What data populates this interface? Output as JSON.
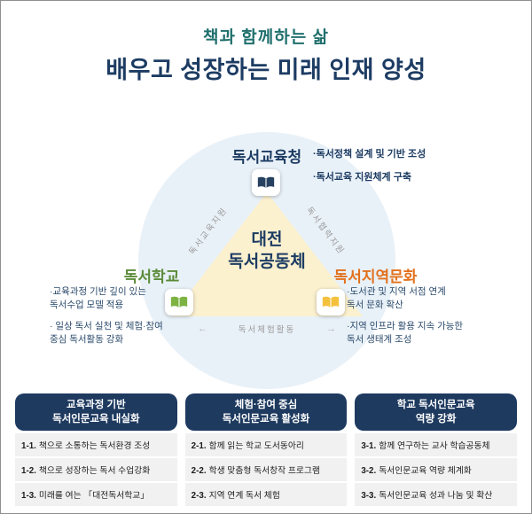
{
  "title": {
    "line1": "책과 함께하는 삶",
    "line2": "배우고 성장하는 미래 인재 양성"
  },
  "diagram": {
    "center_label": "대전\n독서공동체",
    "top": {
      "label": "독서교육청",
      "bullet1": "·독서정책 설계 및 기반 조성",
      "bullet2": "·독서교육 지원체계 구축"
    },
    "left": {
      "label": "독서학교",
      "bullet1": "·교육과정 기반 깊이 있는\n독서수업 모델 적용",
      "bullet2": "· 일상 독서 실천 및 체험·참여\n중심 독서활동 강화"
    },
    "right": {
      "label": "독서지역문화",
      "bullet1": "·도서관 및 지역 서점 연계\n독서 문화 확산",
      "bullet2": "·지역 인프라 활용 지속 가능한\n독서 생태계 조성"
    },
    "edge_left": "독서교육지원",
    "edge_right": "독서협력지원",
    "edge_bottom": "독서체험활동",
    "arrow_left": "←",
    "arrow_right": "→"
  },
  "cards": [
    {
      "title": "교육과정 기반\n독서인문교육 내실화",
      "items": [
        {
          "num": "1-1.",
          "text": "책으로 소통하는 독서환경 조성"
        },
        {
          "num": "1-2.",
          "text": "책으로 성장하는 독서 수업강화"
        },
        {
          "num": "1-3.",
          "text": "미래를 여는 「대전독서학교」"
        }
      ]
    },
    {
      "title": "체험·참여 중심\n독서인문교육 활성화",
      "items": [
        {
          "num": "2-1.",
          "text": "함께 읽는 학교 도서동아리"
        },
        {
          "num": "2-2.",
          "text": "학생 맞춤형 독서창작 프로그램"
        },
        {
          "num": "2-3.",
          "text": "지역 연계 독서 체험"
        }
      ]
    },
    {
      "title": "학교 독서인문교육\n역량 강화",
      "items": [
        {
          "num": "3-1.",
          "text": "함께 연구하는 교사 학습공동체"
        },
        {
          "num": "3-2.",
          "text": "독서인문교육 역량 체계화"
        },
        {
          "num": "3-3.",
          "text": "독서인문교육 성과 나눔 및 확산"
        }
      ]
    }
  ],
  "colors": {
    "teal": "#20706e",
    "navy": "#1d3c63",
    "green": "#5b8b39",
    "orange": "#e2711d",
    "triangle_fill": "#fbf1cf",
    "circle_fill": "#e9f1f8",
    "card_header": "#1e3a5f"
  }
}
